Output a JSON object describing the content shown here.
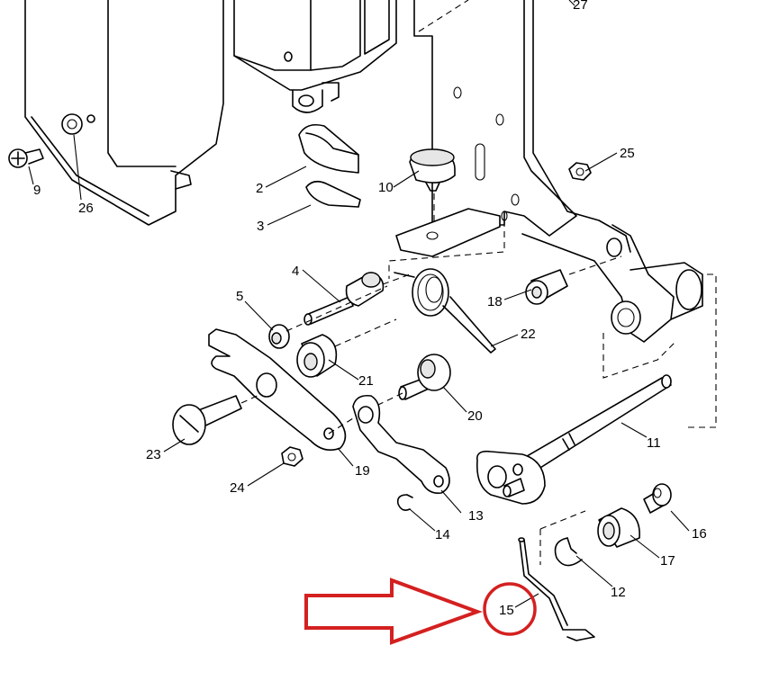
{
  "callouts": [
    {
      "id": "2",
      "text": "2"
    },
    {
      "id": "3",
      "text": "3"
    },
    {
      "id": "4",
      "text": "4"
    },
    {
      "id": "5",
      "text": "5"
    },
    {
      "id": "9",
      "text": "9"
    },
    {
      "id": "10",
      "text": "10"
    },
    {
      "id": "11",
      "text": "11"
    },
    {
      "id": "12",
      "text": "12"
    },
    {
      "id": "13",
      "text": "13"
    },
    {
      "id": "14",
      "text": "14"
    },
    {
      "id": "15",
      "text": "15"
    },
    {
      "id": "16",
      "text": "16"
    },
    {
      "id": "17",
      "text": "17"
    },
    {
      "id": "18",
      "text": "18"
    },
    {
      "id": "19",
      "text": "19"
    },
    {
      "id": "20",
      "text": "20"
    },
    {
      "id": "21",
      "text": "21"
    },
    {
      "id": "22",
      "text": "22"
    },
    {
      "id": "23",
      "text": "23"
    },
    {
      "id": "24",
      "text": "24"
    },
    {
      "id": "25",
      "text": "25"
    },
    {
      "id": "26",
      "text": "26"
    },
    {
      "id": "27",
      "text": "27"
    }
  ],
  "highlight": {
    "target": "15",
    "arrow_color": "#d42020",
    "circle_color": "#d42020"
  }
}
